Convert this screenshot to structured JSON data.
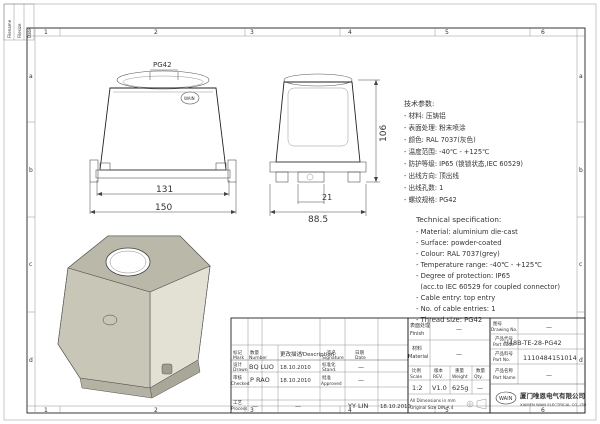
{
  "grid": {
    "cols": [
      "1",
      "2",
      "3",
      "4",
      "5",
      "6"
    ],
    "rows": [
      "a",
      "b",
      "c",
      "d"
    ]
  },
  "margin_tabs": [
    "Filename",
    "Filesize",
    "Date"
  ],
  "dims": {
    "pg42": "PG42",
    "d131": "131",
    "d150": "150",
    "d106": "106",
    "d21": "21",
    "d885": "88.5"
  },
  "spec_cn": {
    "title": "技术参数:",
    "lines": [
      "- 材料: 压铸铝",
      "- 表面处理: 粉末喷涂",
      "- 颜色: RAL 7037(灰色)",
      "- 温度范围: -40℃ - +125℃",
      "- 防护等级: IP65 (锁锁状态,IEC 60529)",
      "- 出线方向: 顶出线",
      "- 出线孔数: 1",
      "- 螺纹规格: PG42"
    ]
  },
  "spec_en": {
    "title": "Technical specification:",
    "lines": [
      "- Material: aluminium die-cast",
      "- Surface: powder-coated",
      "- Colour: RAL 7037(grey)",
      "- Temperature range: -40℃ - +125℃",
      "- Degree of protection: IP65",
      "  (acc.to IEC 60529 for coupled connector)",
      "- Cable entry: top entry",
      "- No. of cable entries: 1",
      "- Thread size: PG42"
    ]
  },
  "title_block": {
    "finish_cn": "表面处理",
    "finish_en": "Finish",
    "material_cn": "材料",
    "material_en": "Material",
    "scale_cn": "比例",
    "scale_en": "Scale",
    "rev_cn": "版本",
    "rev_en": "REV.",
    "weight_cn": "重量",
    "weight_en": "Weight",
    "qty_cn": "数量",
    "qty_en": "Qty.",
    "drawing_no_cn": "图号",
    "drawing_no_en": "Drawing No.",
    "part_code_cn": "产品代号",
    "part_code_en": "Part Code",
    "part_code": "H48B-TE-28-PG42",
    "part_no_cn": "产品料号",
    "part_no_en": "Part No.",
    "part_no": "1110484151014",
    "part_name_cn": "产品名称",
    "part_name_en": "Part Name",
    "dash": "—",
    "scale": "1:2",
    "rev": "V1.0",
    "weight": "625g",
    "tolerance_note_1": "All Dimensions in mm",
    "tolerance_note_2": "Original Size DIN A 4",
    "company_logo_text": "WAIN",
    "company_cn": "厦门唯恩电气有限公司",
    "company_en": "XIAMEN WAIN ELECTRICAL CO.,LTD",
    "rows": [
      {
        "k_cn": "标记",
        "k_en": "Mark",
        "n_cn": "数量",
        "n_en": "Number",
        "d_cn": "更改描述",
        "d_en": "/Description",
        "s_cn": "签名",
        "s_en": "Signature",
        "dt_cn": "日期",
        "dt_en": "Date"
      },
      {
        "k_cn": "设计",
        "k_en": "Drawn",
        "name": "BQ LUO",
        "date": "18.10.2010",
        "std_cn": "标准化",
        "std_en": "Stand."
      },
      {
        "k_cn": "审核",
        "k_en": "Checked",
        "name": "P RAO",
        "date": "18.10.2010",
        "std_cn": "批准",
        "std_en": "Approved"
      },
      {
        "k_cn": "工艺",
        "k_en": "Process",
        "name": "YY LIN",
        "date": "18.10.2010"
      }
    ]
  }
}
